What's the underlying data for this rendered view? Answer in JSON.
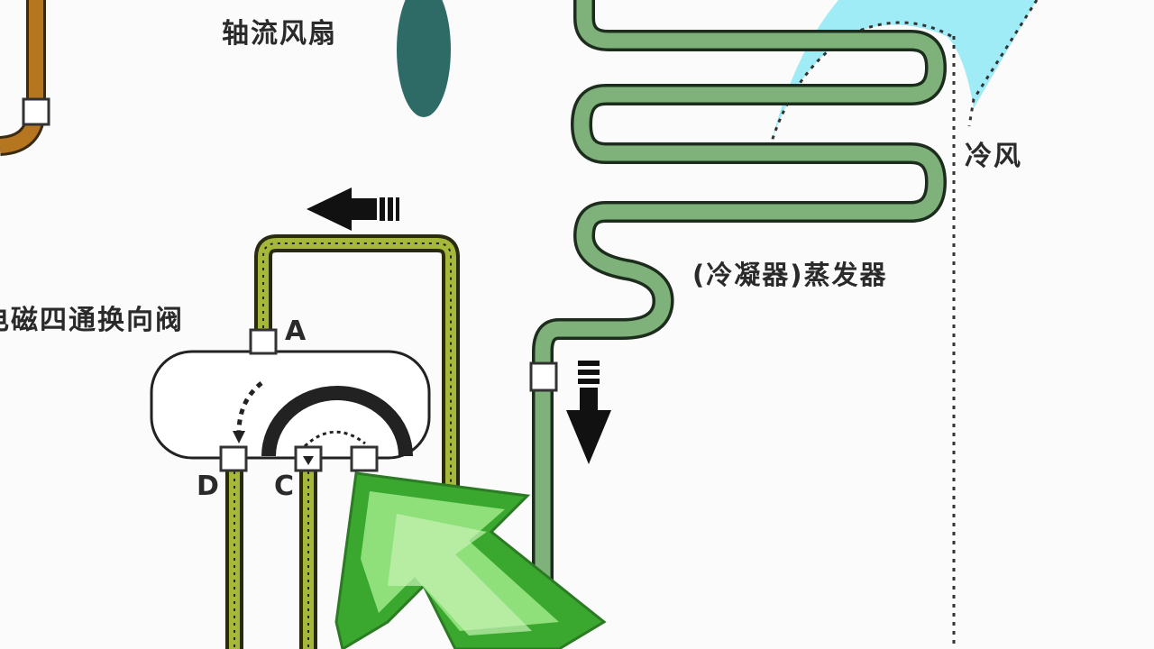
{
  "labels": {
    "fan": "轴流风扇",
    "cold_air": "冷风",
    "evaporator": "(冷凝器)蒸发器",
    "valve": "电磁四通换向阀",
    "port_a": "A",
    "port_d": "D",
    "port_c": "C"
  },
  "colors": {
    "evaporator_pipe": "#7fb27a",
    "valve_pipe": "#a6b83a",
    "copper_pipe": "#b5761f",
    "fan_blade": "#2f6b66",
    "cold_air": "#8ee8f4",
    "big_arrow": "#4fc23f"
  },
  "icons": [
    "flow-arrow-left-icon",
    "flow-arrow-down-icon",
    "big-flow-arrow-icon"
  ]
}
